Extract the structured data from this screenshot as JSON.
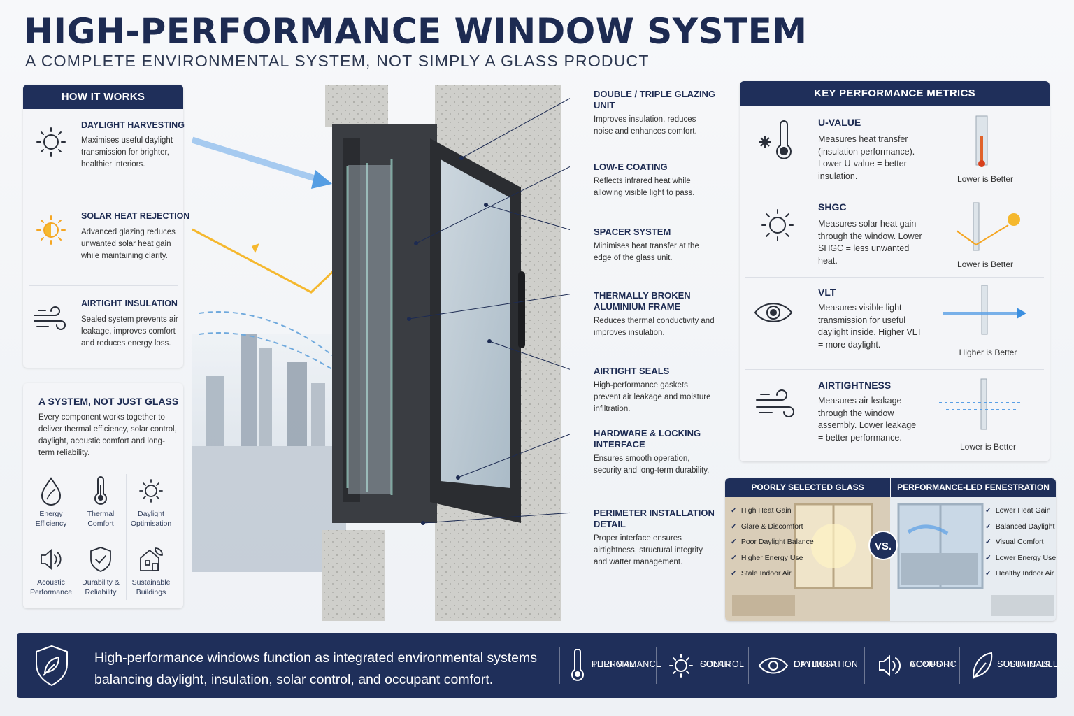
{
  "header": {
    "title": "HIGH-PERFORMANCE WINDOW SYSTEM",
    "subtitle": "A COMPLETE ENVIRONMENTAL SYSTEM, NOT SIMPLY A GLASS PRODUCT"
  },
  "how_it_works": {
    "title": "HOW IT WORKS",
    "items": [
      {
        "icon": "sun-outline-icon",
        "title": "DAYLIGHT HARVESTING",
        "text": "Maximises useful daylight transmission for brighter, healthier interiors."
      },
      {
        "icon": "half-sun-icon",
        "title": "SOLAR HEAT REJECTION",
        "text": "Advanced glazing reduces unwanted solar heat gain while maintaining clarity."
      },
      {
        "icon": "wind-icon",
        "title": "AIRTIGHT INSULATION",
        "text": "Sealed system prevents air leakage, improves comfort and reduces energy loss."
      }
    ]
  },
  "system": {
    "title": "A SYSTEM, NOT JUST GLASS",
    "text": "Every component works together to deliver thermal efficiency, solar control, daylight, acoustic comfort and long-term reliability.",
    "cells": [
      {
        "icon": "drop-leaf-icon",
        "label": "Energy Efficiency"
      },
      {
        "icon": "thermometer-icon",
        "label": "Thermal Comfort"
      },
      {
        "icon": "sun-icon",
        "label": "Daylight Optimisation"
      },
      {
        "icon": "speaker-icon",
        "label": "Acoustic Performance"
      },
      {
        "icon": "shield-check-icon",
        "label": "Durability & Reliability"
      },
      {
        "icon": "house-icon",
        "label": "Sustainable Buildings"
      }
    ]
  },
  "callouts": [
    {
      "title": "DOUBLE / TRIPLE GLAZING UNIT",
      "text": "Improves insulation, reduces noise and enhances comfort."
    },
    {
      "title": "LOW-E COATING",
      "text": "Reflects infrared heat while allowing visible light to pass."
    },
    {
      "title": "SPACER SYSTEM",
      "text": "Minimises heat transfer at the edge of the glass unit."
    },
    {
      "title": "THERMALLY BROKEN ALUMINIUM FRAME",
      "text": "Reduces thermal conductivity and improves insulation."
    },
    {
      "title": "AIRTIGHT SEALS",
      "text": "High-performance gaskets prevent air leakage and moisture infiltration."
    },
    {
      "title": "HARDWARE & LOCKING INTERFACE",
      "text": "Ensures smooth operation, security and long-term durability."
    },
    {
      "title": "PERIMETER INSTALLATION DETAIL",
      "text": "Proper interface ensures airtightness, structural integrity and watter management."
    }
  ],
  "metrics": {
    "title": "KEY PERFORMANCE METRICS",
    "items": [
      {
        "icon": "thermometer-snow-icon",
        "title": "U-VALUE",
        "text": "Measures heat transfer (insulation performance). Lower U-value = better insulation.",
        "caption": "Lower is Better"
      },
      {
        "icon": "sun-icon",
        "title": "SHGC",
        "text": "Measures solar heat gain through the window. Lower SHGC = less unwanted heat.",
        "caption": "Lower is Better"
      },
      {
        "icon": "eye-icon",
        "title": "VLT",
        "text": "Measures visible light transmission for useful daylight inside. Higher VLT = more daylight.",
        "caption": "Higher is Better"
      },
      {
        "icon": "wind-icon",
        "title": "AIRTIGHTNESS",
        "text": "Measures air leakage through the window assembly. Lower leakage = better performance.",
        "caption": "Lower is Better"
      }
    ]
  },
  "comparison": {
    "left_title": "POORLY SELECTED GLASS",
    "right_title": "PERFORMANCE-LED FENESTRATION",
    "vs": "VS.",
    "left_items": [
      "High Heat Gain",
      "Glare & Discomfort",
      "Poor Daylight Balance",
      "Higher Energy Use",
      "Stale Indoor Air"
    ],
    "right_items": [
      "Lower Heat Gain",
      "Balanced Daylight",
      "Visual Comfort",
      "Lower Energy Use",
      "Healthy Indoor Air"
    ]
  },
  "footer": {
    "text": "High-performance windows function as integrated environmental systems balancing daylight, insulation, solar control, and occupant comfort.",
    "items": [
      {
        "icon": "thermometer-icon",
        "line1": "THERMAL",
        "line2": "PERFORMANCE"
      },
      {
        "icon": "sun-icon",
        "line1": "SOLAR",
        "line2": "CONTROL"
      },
      {
        "icon": "eye-icon",
        "line1": "DAYLIGHT",
        "line2": "OPTIMISATION"
      },
      {
        "icon": "speaker-icon",
        "line1": "ACOUSTIC",
        "line2": "COMFORT"
      },
      {
        "icon": "leaf-icon",
        "line1": "SUSTAINABLE",
        "line2": "SOLUTIONS"
      }
    ]
  },
  "colors": {
    "navy": "#1f2f5a",
    "accent_blue": "#3b8fe0",
    "sun_yellow": "#f5b82e"
  }
}
